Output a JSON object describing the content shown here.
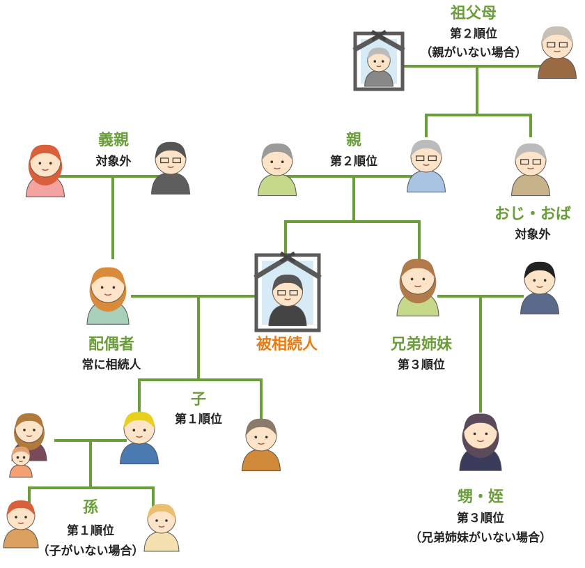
{
  "labels": {
    "grandparents": {
      "title": "祖父母",
      "rank": "第２順位",
      "note": "（親がいない場合）"
    },
    "in_laws": {
      "title": "義親",
      "rank": "対象外"
    },
    "parents": {
      "title": "親",
      "rank": "第２順位"
    },
    "uncle_aunt": {
      "title": "おじ・おば",
      "rank": "対象外"
    },
    "spouse": {
      "title": "配偶者",
      "rank": "常に相続人"
    },
    "deceased": {
      "title": "被相続人"
    },
    "siblings": {
      "title": "兄弟姉妹",
      "rank": "第３順位"
    },
    "children": {
      "title": "子",
      "rank": "第１順位"
    },
    "grandchildren": {
      "title": "孫",
      "rank": "第１順位",
      "note": "（子がいない場合）"
    },
    "nephew_niece": {
      "title": "甥・姪",
      "rank": "第３順位",
      "note": "（兄弟姉妹がいない場合）"
    }
  },
  "colors": {
    "line": "#6b9e3a",
    "label": "#6b9e3a",
    "deceased": "#ea7b12",
    "frame": "#5a5a5a"
  }
}
